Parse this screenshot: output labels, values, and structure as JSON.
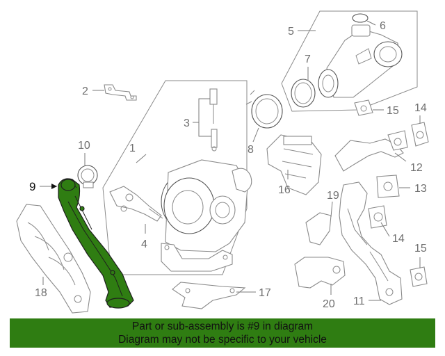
{
  "callouts": {
    "c1": "1",
    "c2": "2",
    "c3": "3",
    "c4": "4",
    "c5": "5",
    "c6": "6",
    "c7": "7",
    "c8": "8",
    "c9": "9",
    "c10": "10",
    "c11": "11",
    "c12": "12",
    "c13": "13",
    "c14a": "14",
    "c14b": "14",
    "c15a": "15",
    "c15b": "15",
    "c16": "16",
    "c17": "17",
    "c18": "18",
    "c19": "19",
    "c20": "20"
  },
  "highlighted_part": "9",
  "colors": {
    "highlight": "#2f7d12",
    "banner": "#2f7d12",
    "line": "#8a8a8a"
  },
  "banner": {
    "line1": "Part or sub-assembly is #9 in diagram",
    "line2": "Diagram may not be specific to your vehicle"
  }
}
